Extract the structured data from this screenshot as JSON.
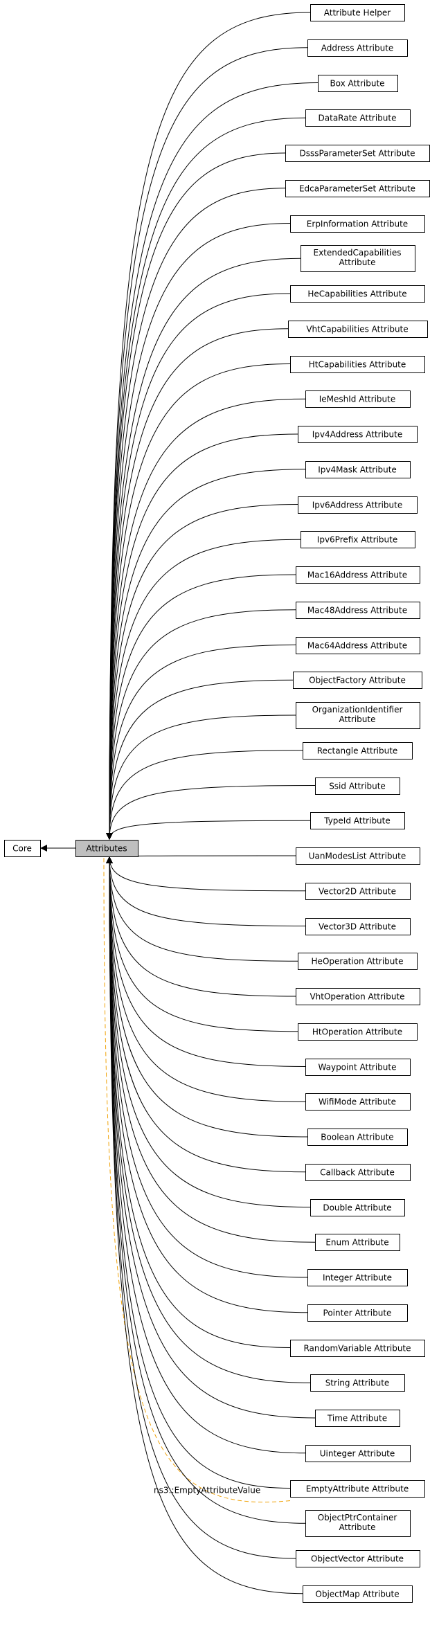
{
  "colors": {
    "edge": "#000000",
    "dashed_edge": "#f0a30a",
    "node_fill": "#ffffff",
    "node_border": "#000000",
    "current_node_fill": "#bfbfbf"
  },
  "core_node": {
    "label": "Core"
  },
  "current_node": {
    "label": "Attributes"
  },
  "dashed_edge_label": "ns3::EmptyAttributeValue",
  "children": [
    {
      "lines": [
        "Attribute Helper"
      ]
    },
    {
      "lines": [
        "Address Attribute"
      ]
    },
    {
      "lines": [
        "Box Attribute"
      ]
    },
    {
      "lines": [
        "DataRate Attribute"
      ]
    },
    {
      "lines": [
        "DsssParameterSet Attribute"
      ]
    },
    {
      "lines": [
        "EdcaParameterSet Attribute"
      ]
    },
    {
      "lines": [
        "ErpInformation Attribute"
      ]
    },
    {
      "lines": [
        "ExtendedCapabilities",
        "Attribute"
      ]
    },
    {
      "lines": [
        "HeCapabilities Attribute"
      ]
    },
    {
      "lines": [
        "VhtCapabilities Attribute"
      ]
    },
    {
      "lines": [
        "HtCapabilities Attribute"
      ]
    },
    {
      "lines": [
        "IeMeshId Attribute"
      ]
    },
    {
      "lines": [
        "Ipv4Address Attribute"
      ]
    },
    {
      "lines": [
        "Ipv4Mask Attribute"
      ]
    },
    {
      "lines": [
        "Ipv6Address Attribute"
      ]
    },
    {
      "lines": [
        "Ipv6Prefix Attribute"
      ]
    },
    {
      "lines": [
        "Mac16Address Attribute"
      ]
    },
    {
      "lines": [
        "Mac48Address Attribute"
      ]
    },
    {
      "lines": [
        "Mac64Address Attribute"
      ]
    },
    {
      "lines": [
        "ObjectFactory Attribute"
      ]
    },
    {
      "lines": [
        "OrganizationIdentifier",
        "Attribute"
      ]
    },
    {
      "lines": [
        "Rectangle Attribute"
      ]
    },
    {
      "lines": [
        "Ssid Attribute"
      ]
    },
    {
      "lines": [
        "TypeId Attribute"
      ]
    },
    {
      "lines": [
        "UanModesList Attribute"
      ]
    },
    {
      "lines": [
        "Vector2D Attribute"
      ]
    },
    {
      "lines": [
        "Vector3D Attribute"
      ]
    },
    {
      "lines": [
        "HeOperation Attribute"
      ]
    },
    {
      "lines": [
        "VhtOperation Attribute"
      ]
    },
    {
      "lines": [
        "HtOperation Attribute"
      ]
    },
    {
      "lines": [
        "Waypoint Attribute"
      ]
    },
    {
      "lines": [
        "WifiMode Attribute"
      ]
    },
    {
      "lines": [
        "Boolean Attribute"
      ]
    },
    {
      "lines": [
        "Callback Attribute"
      ]
    },
    {
      "lines": [
        "Double Attribute"
      ]
    },
    {
      "lines": [
        "Enum Attribute"
      ]
    },
    {
      "lines": [
        "Integer Attribute"
      ]
    },
    {
      "lines": [
        "Pointer Attribute"
      ]
    },
    {
      "lines": [
        "RandomVariable Attribute"
      ]
    },
    {
      "lines": [
        "String Attribute"
      ]
    },
    {
      "lines": [
        "Time Attribute"
      ]
    },
    {
      "lines": [
        "Uinteger Attribute"
      ]
    },
    {
      "lines": [
        "EmptyAttribute Attribute"
      ],
      "dashed_extra": true
    },
    {
      "lines": [
        "ObjectPtrContainer",
        "Attribute"
      ]
    },
    {
      "lines": [
        "ObjectVector Attribute"
      ]
    },
    {
      "lines": [
        "ObjectMap Attribute"
      ]
    }
  ]
}
